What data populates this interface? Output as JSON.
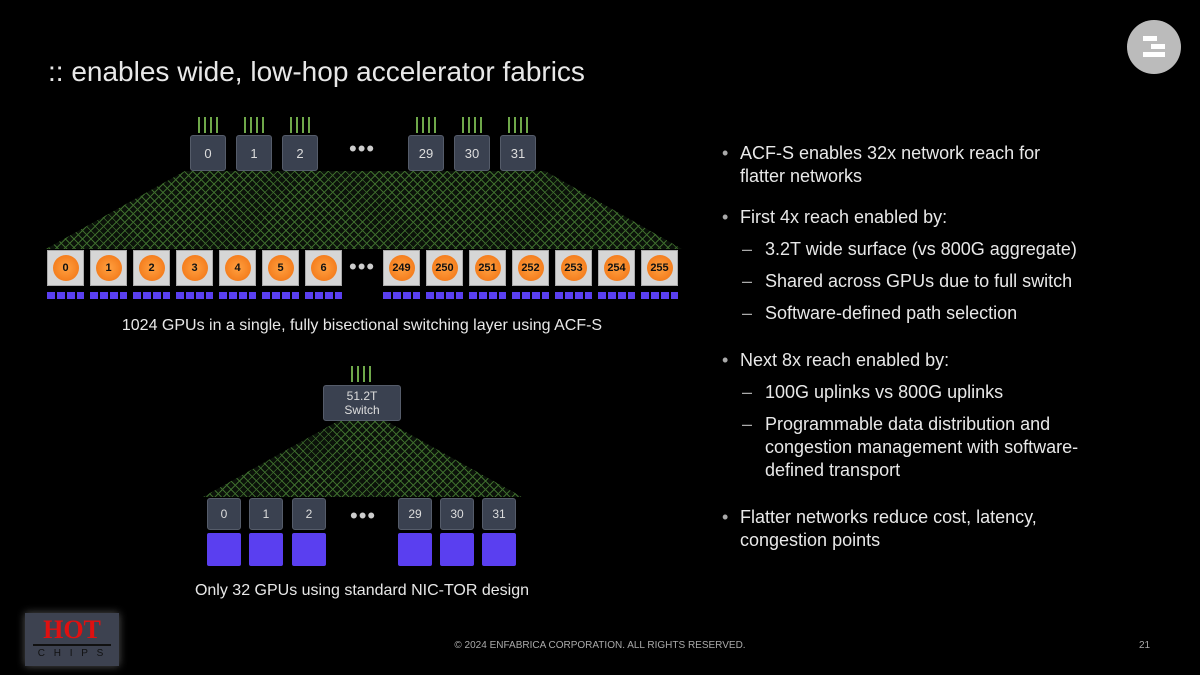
{
  "title": ":: enables wide, low-hop accelerator fabrics",
  "top_diagram": {
    "switches_left": [
      "0",
      "1",
      "2"
    ],
    "switches_right": [
      "29",
      "30",
      "31"
    ],
    "ellipsis": "•••",
    "gpus_left": [
      "0",
      "1",
      "2",
      "3",
      "4",
      "5",
      "6"
    ],
    "gpus_right": [
      "249",
      "250",
      "251",
      "252",
      "253",
      "254",
      "255"
    ],
    "caption": "1024 GPUs in a single, fully bisectional switching layer using ACF-S"
  },
  "bottom_diagram": {
    "switch_line1": "51.2T",
    "switch_line2": "Switch",
    "nics_left": [
      "0",
      "1",
      "2"
    ],
    "nics_right": [
      "29",
      "30",
      "31"
    ],
    "ellipsis": "•••",
    "caption": "Only 32 GPUs using standard NIC-TOR design"
  },
  "bullets": [
    {
      "text": "ACF-S enables 32x network reach for flatter networks",
      "subs": []
    },
    {
      "text": "First 4x reach enabled by:",
      "subs": [
        "3.2T wide surface (vs 800G aggregate)",
        "Shared across GPUs due to full switch",
        "Software-defined path selection"
      ]
    },
    {
      "text": "Next 8x reach enabled by:",
      "subs": [
        "100G uplinks vs 800G uplinks",
        "Programmable data distribution and congestion management with software-defined transport"
      ]
    },
    {
      "text": "Flatter networks reduce cost, latency, congestion points",
      "subs": []
    }
  ],
  "footer": "© 2024 ENFABRICA CORPORATION. ALL RIGHTS RESERVED.",
  "page_number": "21",
  "hotchips_logo": {
    "line1": "HOT",
    "line2": "C H I P S"
  }
}
